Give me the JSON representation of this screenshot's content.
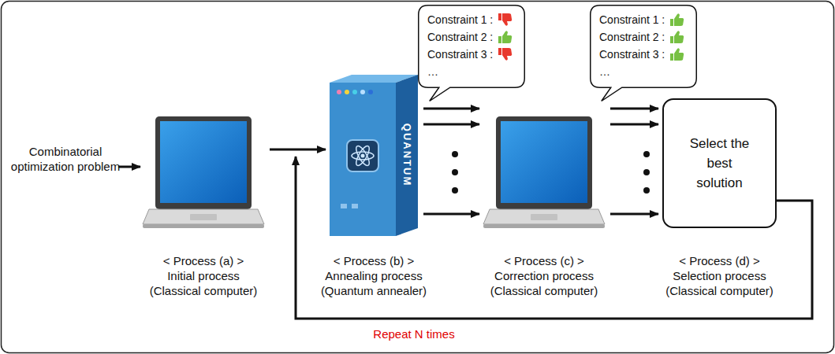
{
  "diagram": {
    "nodes": [
      {
        "text": [
          "< Process (a) >",
          "Initial process",
          "(Classical computer)"
        ]
      },
      {
        "text": [
          "< Process (b) >",
          "Annealing process",
          "(Quantum annealer)"
        ]
      },
      {
        "text": [
          "Constraint 1 :",
          "Constraint 2 :",
          "Constraint 3 :",
          "…"
        ]
      },
      {
        "text": [
          "< Process (c) >",
          "Correction process",
          "(Classical computer)"
        ]
      },
      {
        "text": [
          "Constraint 1 :",
          "Constraint 2 :",
          "Constraint 3 :",
          "…"
        ]
      },
      {
        "text": [
          "Select the best solution",
          "< Process (d) >",
          "Selection process",
          "(Classical computer)"
        ]
      }
    ],
    "edges": [
      {
        "from": 0,
        "to": 1,
        "arrow": "to"
      },
      {
        "from": 1,
        "to": 3,
        "arrow": "to"
      },
      {
        "from": 1,
        "to": 3,
        "arrow": "to"
      },
      {
        "from": 1,
        "to": 3,
        "arrow": "to"
      },
      {
        "from": 3,
        "to": 5,
        "arrow": "to"
      },
      {
        "from": 3,
        "to": 5,
        "arrow": "to"
      },
      {
        "from": 3,
        "to": 5,
        "arrow": "to"
      },
      {
        "from": 5,
        "to": 1,
        "arrow": "to",
        "label": "Repeat N times"
      }
    ],
    "labels": [
      "Combinatorial optimization problem",
      "QUANTUM"
    ]
  }
}
